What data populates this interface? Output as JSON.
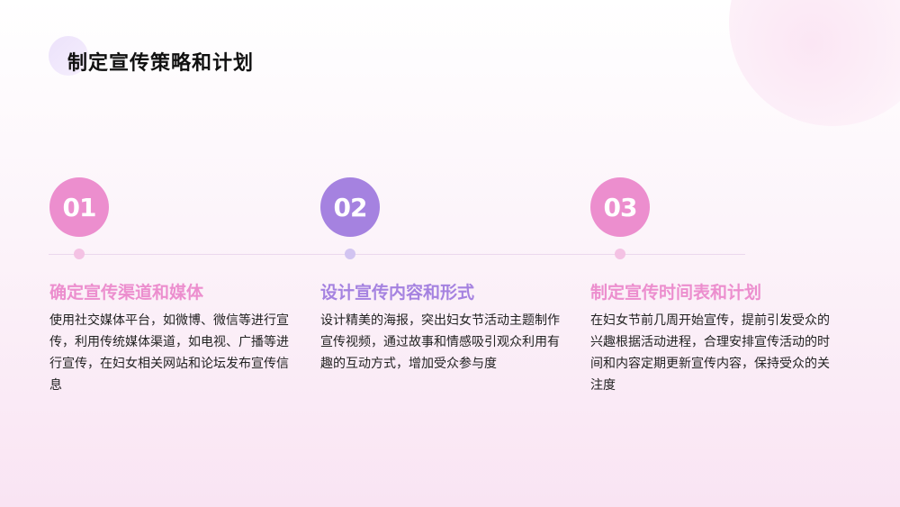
{
  "slide": {
    "title": "制定宣传策略和计划"
  },
  "colors": {
    "pink": "#ec8ece",
    "purple": "#a582e0",
    "pink_dot": "#f4c2e4",
    "purple_dot": "#d2c4f1"
  },
  "steps": [
    {
      "number": "01",
      "title": "确定宣传渠道和媒体",
      "description": "使用社交媒体平台，如微博、微信等进行宣传，利用传统媒体渠道，如电视、广播等进行宣传，在妇女相关网站和论坛发布宣传信息"
    },
    {
      "number": "02",
      "title": "设计宣传内容和形式",
      "description": "设计精美的海报，突出妇女节活动主题制作宣传视频，通过故事和情感吸引观众利用有趣的互动方式，增加受众参与度"
    },
    {
      "number": "03",
      "title": "制定宣传时间表和计划",
      "description": "在妇女节前几周开始宣传，提前引发受众的兴趣根据活动进程，合理安排宣传活动的时间和内容定期更新宣传内容，保持受众的关注度"
    }
  ]
}
